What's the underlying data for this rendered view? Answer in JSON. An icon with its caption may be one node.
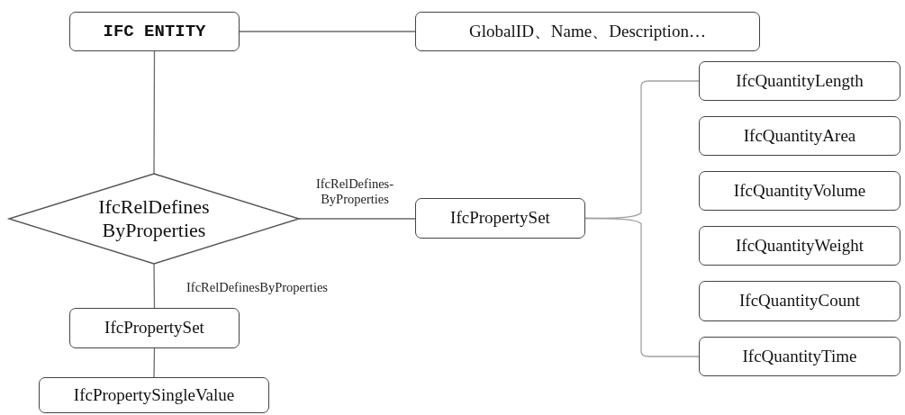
{
  "diagram": {
    "nodes": [
      {
        "text": [
          "IFC ENTITY"
        ]
      },
      {
        "text": [
          "GlobalID、Name、Description…"
        ]
      },
      {
        "text": [
          "IfcRelDefines ByProperties"
        ]
      },
      {
        "text": [
          "IfcPropertySet"
        ]
      },
      {
        "text": [
          "IfcQuantityLength"
        ]
      },
      {
        "text": [
          "IfcQuantityArea"
        ]
      },
      {
        "text": [
          "IfcQuantityVolume"
        ]
      },
      {
        "text": [
          "IfcQuantityWeight"
        ]
      },
      {
        "text": [
          "IfcQuantityCount"
        ]
      },
      {
        "text": [
          "IfcQuantityTime"
        ]
      },
      {
        "text": [
          "IfcPropertySet"
        ]
      },
      {
        "text": [
          "IfcPropertySingleValue"
        ]
      }
    ],
    "edges": [
      {
        "from": 0,
        "to": 1,
        "arrow": "none"
      },
      {
        "from": 0,
        "to": 2,
        "arrow": "none"
      },
      {
        "from": 2,
        "to": 3,
        "arrow": "none",
        "label": "IfcRelDefines- ByProperties"
      },
      {
        "from": 2,
        "to": 10,
        "arrow": "none",
        "label": "IfcRelDefinesByProperties"
      },
      {
        "from": 10,
        "to": 11,
        "arrow": "none"
      },
      {
        "from": 3,
        "to": 4,
        "arrow": "none",
        "color": "#a0a0a0"
      },
      {
        "from": 3,
        "to": 9,
        "arrow": "none",
        "color": "#a0a0a0"
      }
    ]
  }
}
